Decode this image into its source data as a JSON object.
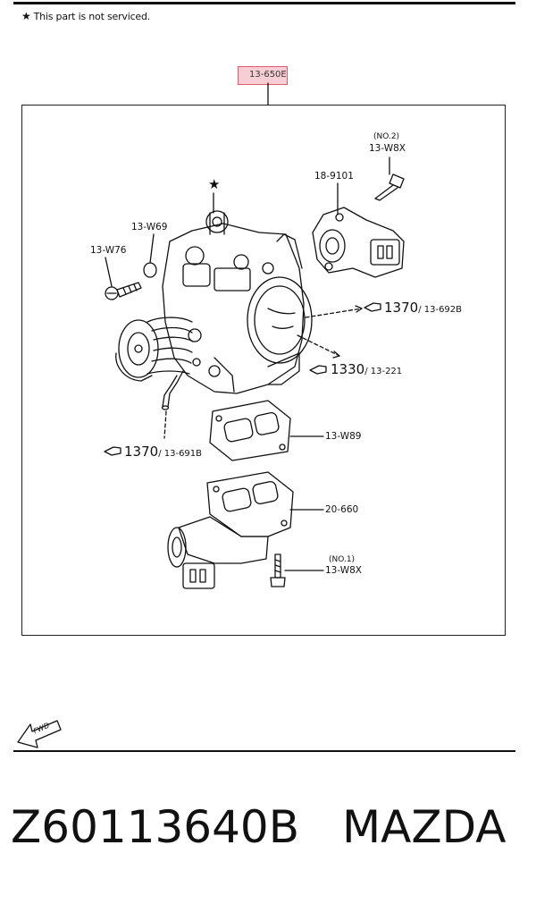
{
  "note": {
    "star": "★",
    "text": "This part is not serviced."
  },
  "top_ref": "13-650E",
  "labels": {
    "star_mark": "★",
    "no2": "(NO.2)",
    "w8x_top": "13-W8X",
    "sensor": "18-9101",
    "w69": "13-W69",
    "w76": "13-W76",
    "ref1370a_num": "1370",
    "ref1370a_code": "/ 13-692B",
    "ref1330_num": "1330",
    "ref1330_code": "/ 13-221",
    "w89": "13-W89",
    "ref1370b_num": "1370",
    "ref1370b_code": "/ 13-691B",
    "gasket": "20-660",
    "no1": "(NO.1)",
    "w8x_bottom": "13-W8X"
  },
  "fwd": "FWD",
  "footer": {
    "part_number": "Z60113640B",
    "brand": "MAZDA"
  }
}
